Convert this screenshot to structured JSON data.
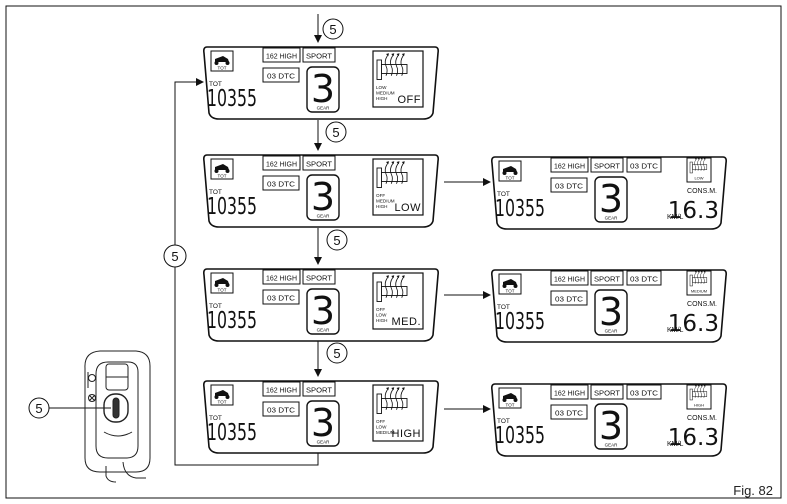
{
  "figure_caption": "Fig. 82",
  "callout": "5",
  "dash_common": {
    "tot_icon_label": "TOT",
    "odo_label": "TOT",
    "odometer": "10355",
    "gear": "3",
    "gear_label": "GEAR",
    "rpm_mode": "162 HIGH",
    "riding_mode": "SPORT",
    "dtc_badge": "03 DTC",
    "cons_label": "CONS.M.",
    "cons_unit": "KM/L",
    "cons_value": "16.3"
  },
  "setting_panels": [
    {
      "levels": [
        "LOW",
        "MEDIUM",
        "HIGH"
      ],
      "big": "OFF"
    },
    {
      "levels": [
        "OFF",
        "MEDIUM",
        "HIGH"
      ],
      "big": "LOW"
    },
    {
      "levels": [
        "OFF",
        "LOW",
        "HIGH"
      ],
      "big": "MED."
    },
    {
      "levels": [
        "OFF",
        "LOW",
        "MEDIUM"
      ],
      "big": "HIGH"
    }
  ],
  "result_icons": [
    "LOW",
    "MEDIUM",
    "HIGH"
  ]
}
